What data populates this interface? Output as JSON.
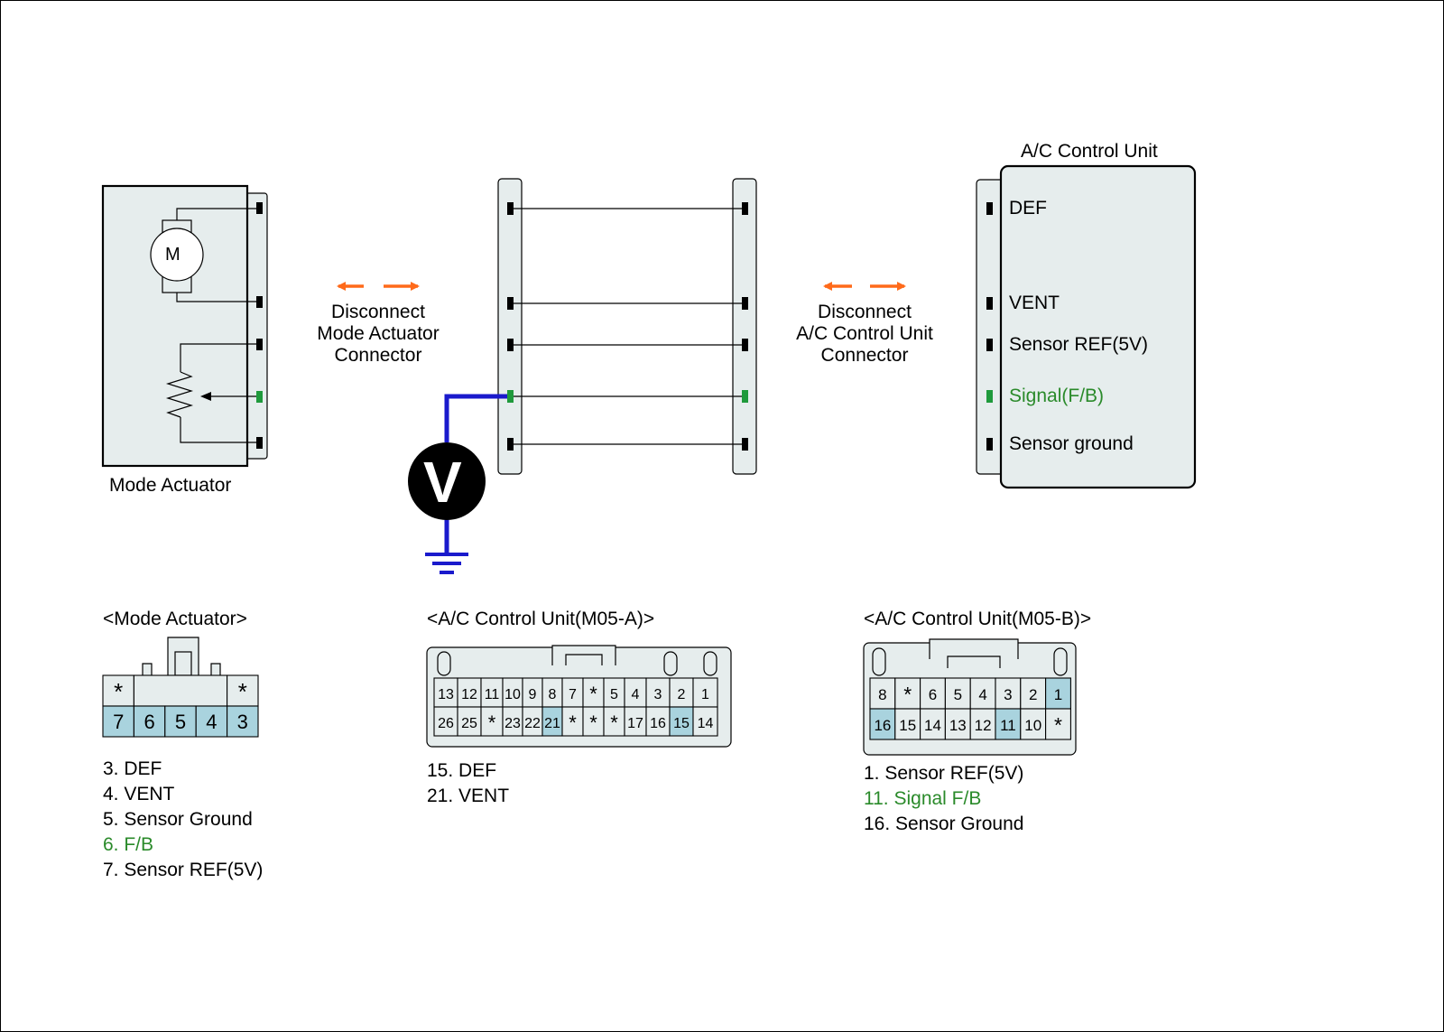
{
  "diagram": {
    "mode_actuator_label": "Mode Actuator",
    "motor_symbol": "M",
    "meter_symbol": "V",
    "ac_unit_title": "A/C Control Unit",
    "disconnect_left": [
      "Disconnect",
      "Mode Actuator",
      "Connector"
    ],
    "disconnect_right": [
      "Disconnect",
      "A/C Control Unit",
      "Connector"
    ],
    "ac_pins": [
      "DEF",
      "VENT",
      "Sensor REF(5V)",
      "Signal(F/B)",
      "Sensor ground"
    ],
    "colors": {
      "probe_wire": "#1a1acc",
      "arrow": "#ff6a1a",
      "signal_pin": "#1f9a3c",
      "highlight": "#a9d3de",
      "panel": "#e6eded"
    }
  },
  "connectors": {
    "mode_actuator": {
      "title": "<Mode Actuator>",
      "row1": [
        "*",
        "",
        "",
        "",
        "*"
      ],
      "row2": [
        "7",
        "6",
        "5",
        "4",
        "3"
      ],
      "highlight": [
        "7",
        "6",
        "5",
        "4",
        "3"
      ],
      "legend": [
        {
          "text": "3. DEF",
          "green": false
        },
        {
          "text": "4. VENT",
          "green": false
        },
        {
          "text": "5. Sensor Ground",
          "green": false
        },
        {
          "text": "6. F/B",
          "green": true
        },
        {
          "text": "7. Sensor REF(5V)",
          "green": false
        }
      ]
    },
    "m05a": {
      "title": "<A/C Control Unit(M05-A)>",
      "row1": [
        "13",
        "12",
        "11",
        "10",
        "9",
        "8",
        "7",
        "*",
        "5",
        "4",
        "3",
        "2",
        "1"
      ],
      "row2": [
        "26",
        "25",
        "*",
        "23",
        "22",
        "21",
        "*",
        "*",
        "*",
        "17",
        "16",
        "15",
        "14"
      ],
      "highlight": [
        "21",
        "15"
      ],
      "legend": [
        {
          "text": "15. DEF",
          "green": false
        },
        {
          "text": "21. VENT",
          "green": false
        }
      ]
    },
    "m05b": {
      "title": "<A/C Control Unit(M05-B)>",
      "row1": [
        "8",
        "*",
        "6",
        "5",
        "4",
        "3",
        "2",
        "1"
      ],
      "row2": [
        "16",
        "15",
        "14",
        "13",
        "12",
        "11",
        "10",
        "*"
      ],
      "highlight": [
        "1",
        "16",
        "11"
      ],
      "legend": [
        {
          "text": "1. Sensor REF(5V)",
          "green": false
        },
        {
          "text": "11. Signal F/B",
          "green": true
        },
        {
          "text": "16. Sensor Ground",
          "green": false
        }
      ]
    }
  }
}
